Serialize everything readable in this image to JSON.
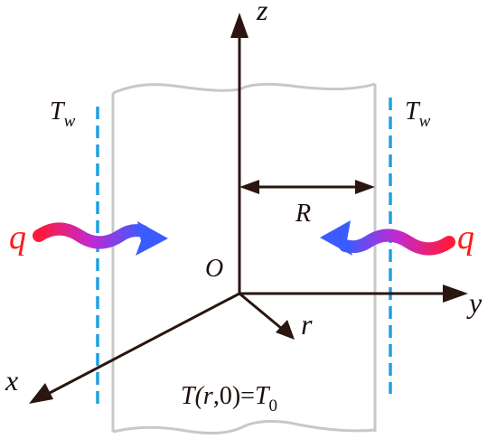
{
  "diagram": {
    "axes": {
      "z": "z",
      "y": "y",
      "x": "x",
      "r": "r"
    },
    "origin_label": "O",
    "radius_label": "R",
    "wall_temperature": {
      "symbol": "T",
      "subscript": "w"
    },
    "heat_flux_label": "q",
    "initial_condition": {
      "lhs_prefix": "T(",
      "lhs_var": "r",
      "lhs_rest": ",0)=",
      "rhs_symbol": "T",
      "rhs_subscript": "0"
    },
    "colors": {
      "axis": "#2a1510",
      "cylinder_outline": "#c8c8c8",
      "wall_dash": "#1fa0e0",
      "heat_label": "#ff1a1a",
      "wave_start": "#ff1a3a",
      "wave_end": "#3a5cff"
    }
  }
}
